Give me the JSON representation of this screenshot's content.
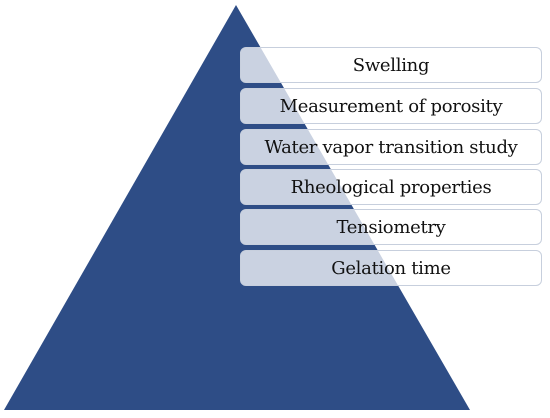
{
  "diagram": {
    "triangle_color": "#2e4d86",
    "box_border_color": "#c7cfdd",
    "levels": [
      {
        "label": "Swelling"
      },
      {
        "label": "Measurement of porosity"
      },
      {
        "label": "Water vapor transition study"
      },
      {
        "label": "Rheological properties"
      },
      {
        "label": "Tensiometry"
      },
      {
        "label": "Gelation time"
      }
    ]
  }
}
